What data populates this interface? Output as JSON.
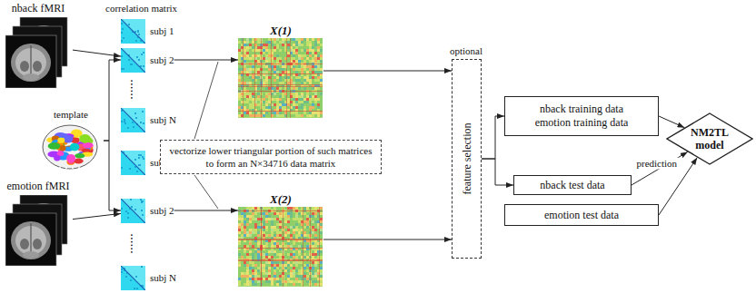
{
  "diagram": {
    "nodes": [
      {
        "text": [
          "nback fMRI"
        ]
      },
      {
        "text": [
          "subj 1"
        ]
      },
      {
        "text": [
          "subj 2"
        ]
      },
      {
        "text": [
          "subj N"
        ]
      },
      {
        "text": [
          "template"
        ]
      },
      {
        "text": [
          "emotion fMRI"
        ]
      },
      {
        "text": [
          "subj 1"
        ]
      },
      {
        "text": [
          "subj 2"
        ]
      },
      {
        "text": [
          "subj N"
        ]
      },
      {
        "text": [
          "X(1)"
        ]
      },
      {
        "text": [
          "vectorize lower triangular portion of such matrices to form an N×34716 data matrix"
        ]
      },
      {
        "text": [
          "X(2)"
        ]
      },
      {
        "text": [
          "feature selection"
        ]
      },
      {
        "text": [
          "nback training data",
          "emotion training data"
        ]
      },
      {
        "text": [
          "nback test data"
        ]
      },
      {
        "text": [
          "emotion test data"
        ]
      },
      {
        "text": [
          "NM2TL model"
        ]
      }
    ],
    "edges": [
      {
        "from": 0,
        "to": 2,
        "arrow": "to"
      },
      {
        "from": 4,
        "to": 2,
        "arrow": "to"
      },
      {
        "from": 4,
        "to": 7,
        "arrow": "to"
      },
      {
        "from": 5,
        "to": 7,
        "arrow": "to"
      },
      {
        "from": 2,
        "to": 9,
        "arrow": "to"
      },
      {
        "from": 7,
        "to": 11,
        "arrow": "to"
      },
      {
        "from": 9,
        "to": 12,
        "arrow": "to"
      },
      {
        "from": 11,
        "to": 12,
        "arrow": "to"
      },
      {
        "from": 12,
        "to": 13,
        "arrow": "to"
      },
      {
        "from": 12,
        "to": 14,
        "arrow": "to"
      },
      {
        "from": 13,
        "to": 16,
        "arrow": "to"
      },
      {
        "from": 14,
        "to": 16,
        "label": "prediction",
        "arrow": "to"
      },
      {
        "from": 15,
        "to": 16,
        "arrow": "to"
      }
    ],
    "labels": [
      "correlation matrix",
      "......",
      "......",
      "optional"
    ]
  }
}
